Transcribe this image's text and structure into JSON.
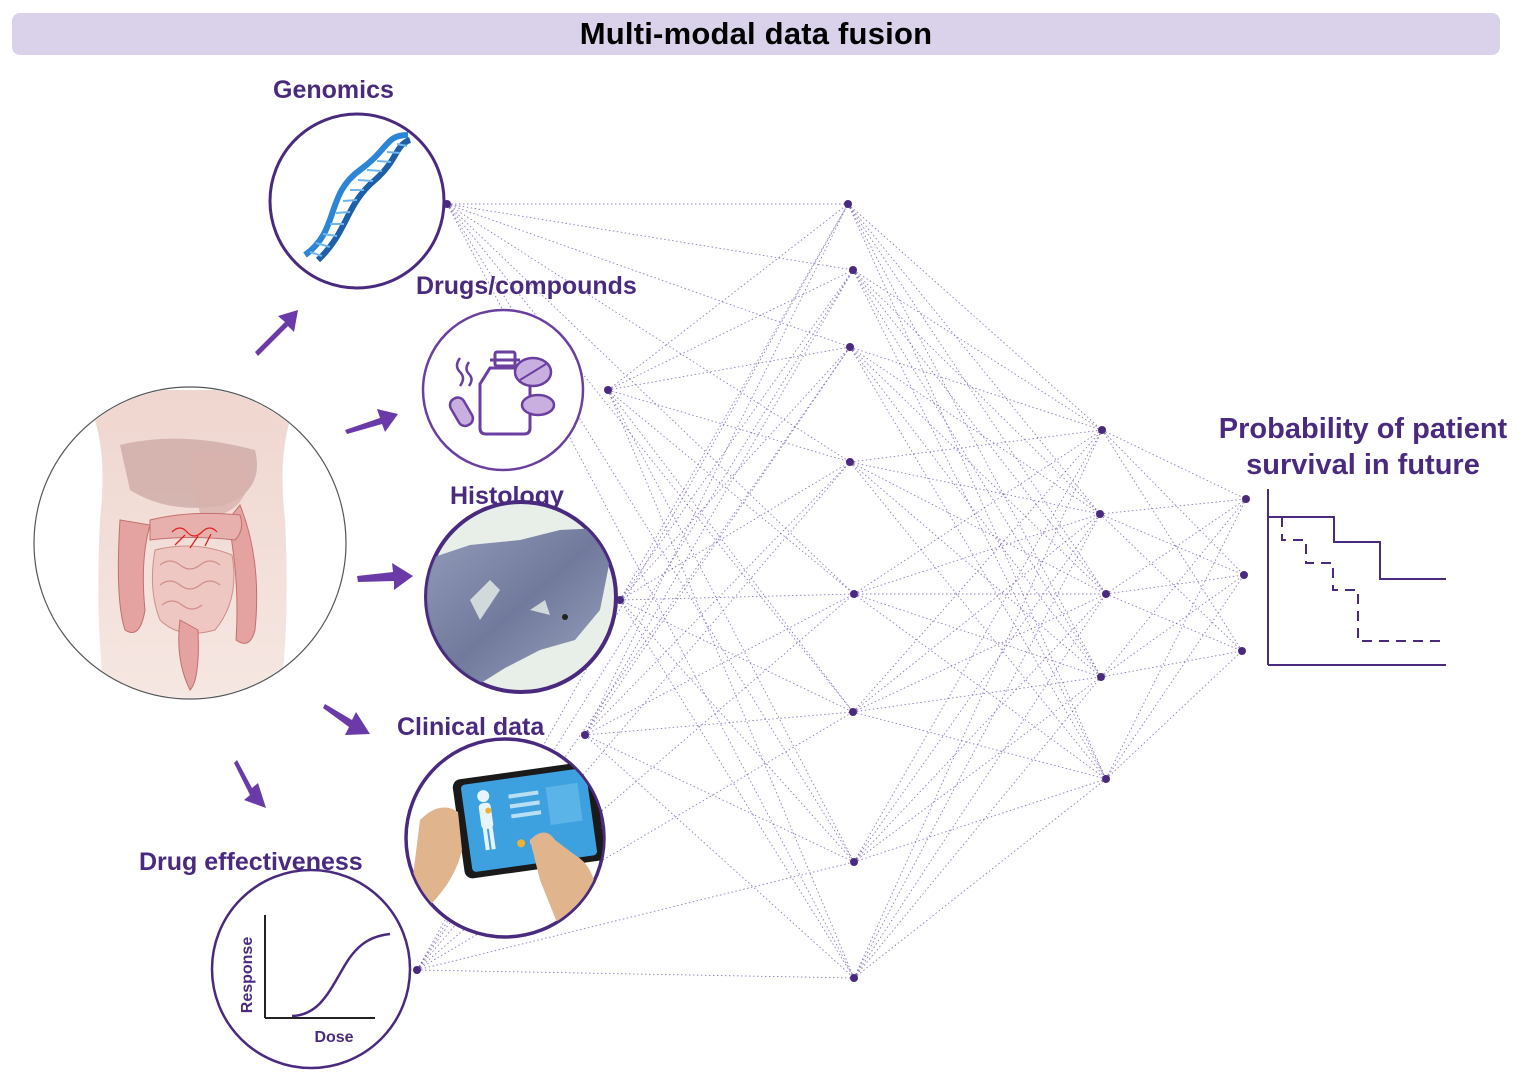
{
  "title": "Multi-modal data fusion",
  "inputs": {
    "genomics": "Genomics",
    "drugs": "Drugs/compounds",
    "histology": "Histology",
    "clinical": "Clinical data",
    "drug_effectiveness": "Drug effectiveness"
  },
  "dose_response": {
    "ylabel": "Response",
    "xlabel": "Dose"
  },
  "output": {
    "line1": "Probability of patient",
    "line2": "survival in future"
  },
  "colors": {
    "accent": "#4a2a7e",
    "title_bg": "#d9d2ea",
    "network_line": "#6a4fa8"
  }
}
